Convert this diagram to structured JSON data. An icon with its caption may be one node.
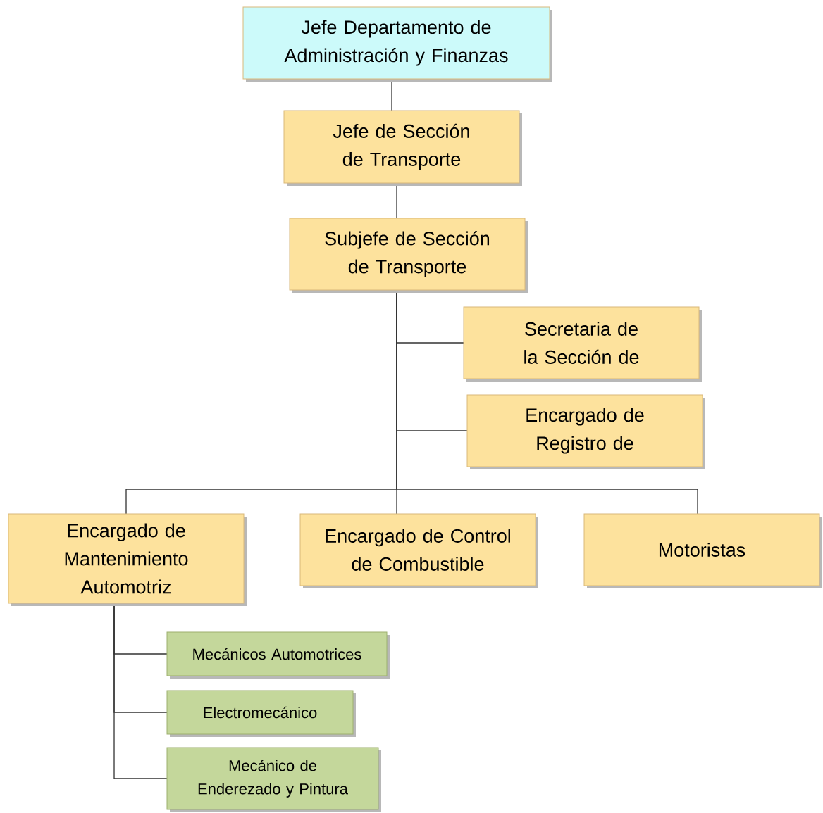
{
  "diagram": {
    "nodes": [
      {
        "text": [
          "Jefe Departamento de Administración y Finanzas"
        ]
      },
      {
        "text": [
          "Jefe de Sección de Transporte"
        ]
      },
      {
        "text": [
          "Subjefe de Sección de Transporte"
        ]
      },
      {
        "text": [
          "Secretaria de la Sección de"
        ]
      },
      {
        "text": [
          "Encargado de Registro de"
        ]
      },
      {
        "text": [
          "Encargado de Mantenimiento Automotriz"
        ]
      },
      {
        "text": [
          "Encargado de Control de Combustible"
        ]
      },
      {
        "text": [
          "Motoristas"
        ]
      },
      {
        "text": [
          "Mecánicos Automotrices"
        ]
      },
      {
        "text": [
          "Electromecánico"
        ]
      },
      {
        "text": [
          "Mecánico de Enderezado y Pintura"
        ]
      }
    ],
    "edges": [
      {
        "from": 0,
        "to": 1,
        "arrow": "none"
      },
      {
        "from": 1,
        "to": 2,
        "arrow": "none"
      },
      {
        "from": 2,
        "to": 3,
        "arrow": "none"
      },
      {
        "from": 2,
        "to": 4,
        "arrow": "none"
      },
      {
        "from": 2,
        "to": 5,
        "arrow": "none"
      },
      {
        "from": 2,
        "to": 6,
        "arrow": "none"
      },
      {
        "from": 2,
        "to": 7,
        "arrow": "none"
      },
      {
        "from": 5,
        "to": 8,
        "arrow": "none"
      },
      {
        "from": 5,
        "to": 9,
        "arrow": "none"
      },
      {
        "from": 5,
        "to": 10,
        "arrow": "none"
      }
    ]
  }
}
